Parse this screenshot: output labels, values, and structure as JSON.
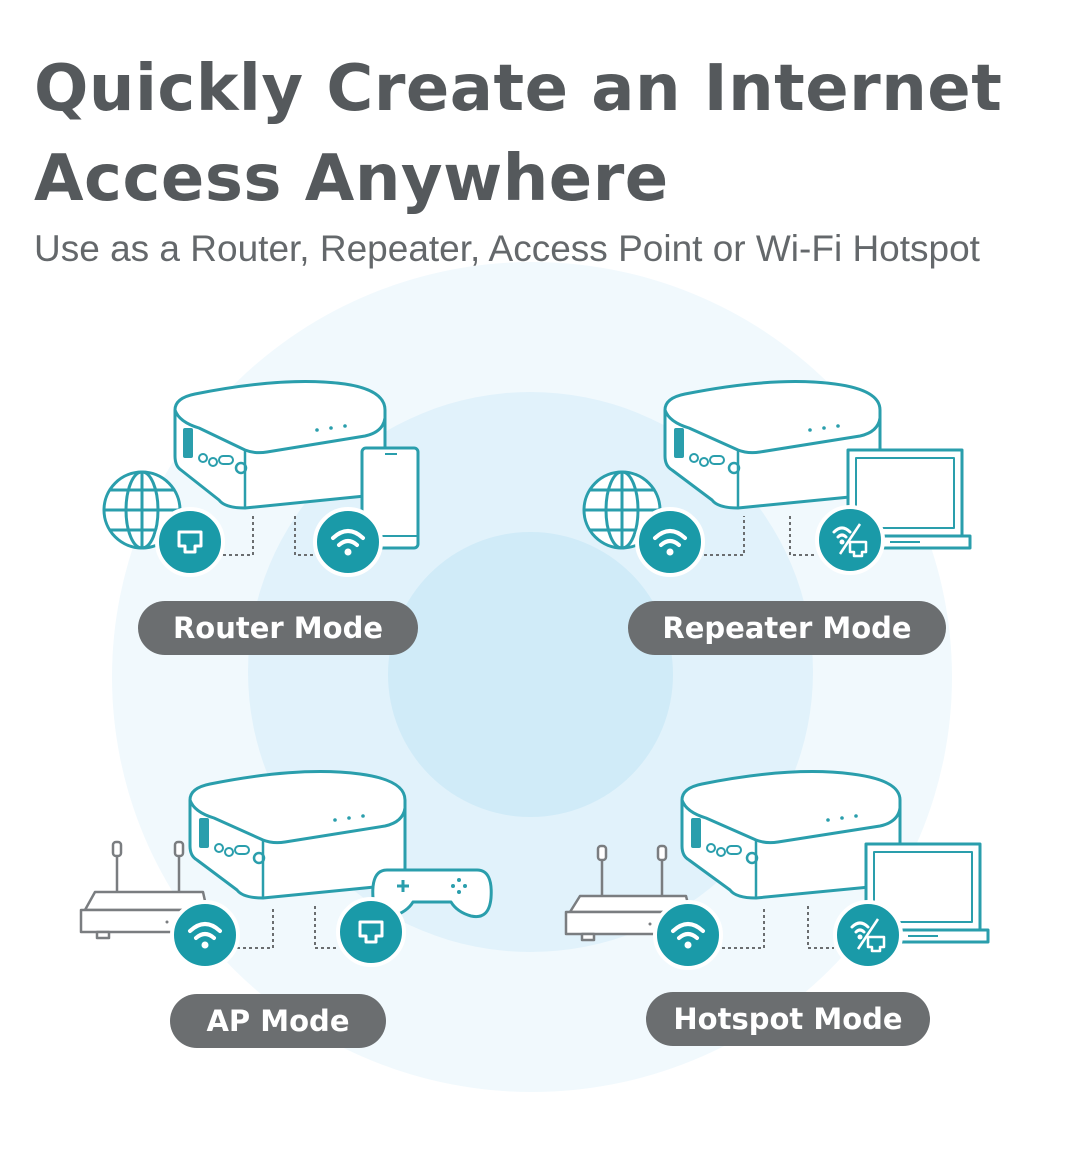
{
  "header": {
    "title_line1": "Quickly Create an Internet",
    "title_line2": "Access Anywhere",
    "subtitle": "Use as a Router, Repeater, Access Point or Wi-Fi Hotspot"
  },
  "modes": [
    {
      "label": "Router Mode",
      "left_device": "globe-icon",
      "left_badge": "ethernet-icon",
      "right_badge": "wifi-icon",
      "right_device": "smartphone-icon"
    },
    {
      "label": "Repeater Mode",
      "left_device": "globe-icon",
      "left_badge": "wifi-icon",
      "right_badge": "wifi-ethernet-icon",
      "right_device": "laptop-icon"
    },
    {
      "label": "AP Mode",
      "left_device": "router-antenna-icon",
      "left_badge": "wifi-icon",
      "right_badge": "ethernet-icon",
      "right_device": "gamepad-icon"
    },
    {
      "label": "Hotspot Mode",
      "left_device": "router-antenna-icon",
      "left_badge": "wifi-icon",
      "right_badge": "wifi-ethernet-icon",
      "right_device": "laptop-icon"
    }
  ],
  "colors": {
    "accent": "#1a9aa8",
    "outline": "#2a9eac",
    "text_dark": "#55595c",
    "pill": "#6b6e70",
    "halo": "#dff1fa"
  }
}
